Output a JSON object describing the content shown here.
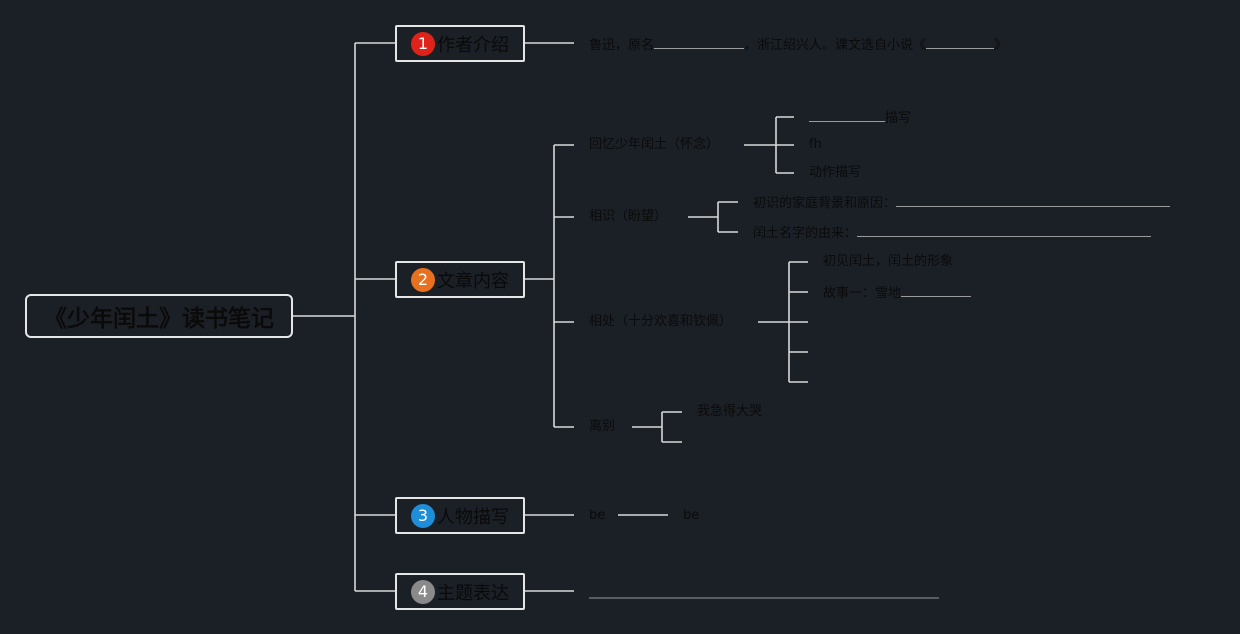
{
  "root": {
    "title": "《少年闰土》读书笔记"
  },
  "branches": [
    {
      "num": "1",
      "label": "作者介绍",
      "color": "#e0231a"
    },
    {
      "num": "2",
      "label": "文章内容",
      "color": "#e8711f"
    },
    {
      "num": "3",
      "label": "人物描写",
      "color": "#1f8ed8"
    },
    {
      "num": "4",
      "label": "主题表达",
      "color": "#8a8a8a"
    }
  ],
  "author": {
    "part1": "鲁迅，原名",
    "part2": "，浙江绍兴人。课文选自小说《",
    "part3": "》"
  },
  "content": {
    "recall": {
      "label": "回忆少年闰土（怀念）",
      "items": [
        "描写",
        "fh",
        "动作描写"
      ]
    },
    "meet": {
      "label": "相识（盼望）",
      "items": [
        "初识的家庭背景和原因：",
        "闰土名字的由来："
      ]
    },
    "together": {
      "label": "相处（十分欢喜和钦佩）",
      "items": [
        "初见闰土，闰土的形象",
        "故事一：雪地"
      ]
    },
    "parting": {
      "label": "离别",
      "items": [
        "我急得大哭"
      ]
    }
  },
  "characters": {
    "left": "be",
    "right": "be"
  },
  "theme": {}
}
